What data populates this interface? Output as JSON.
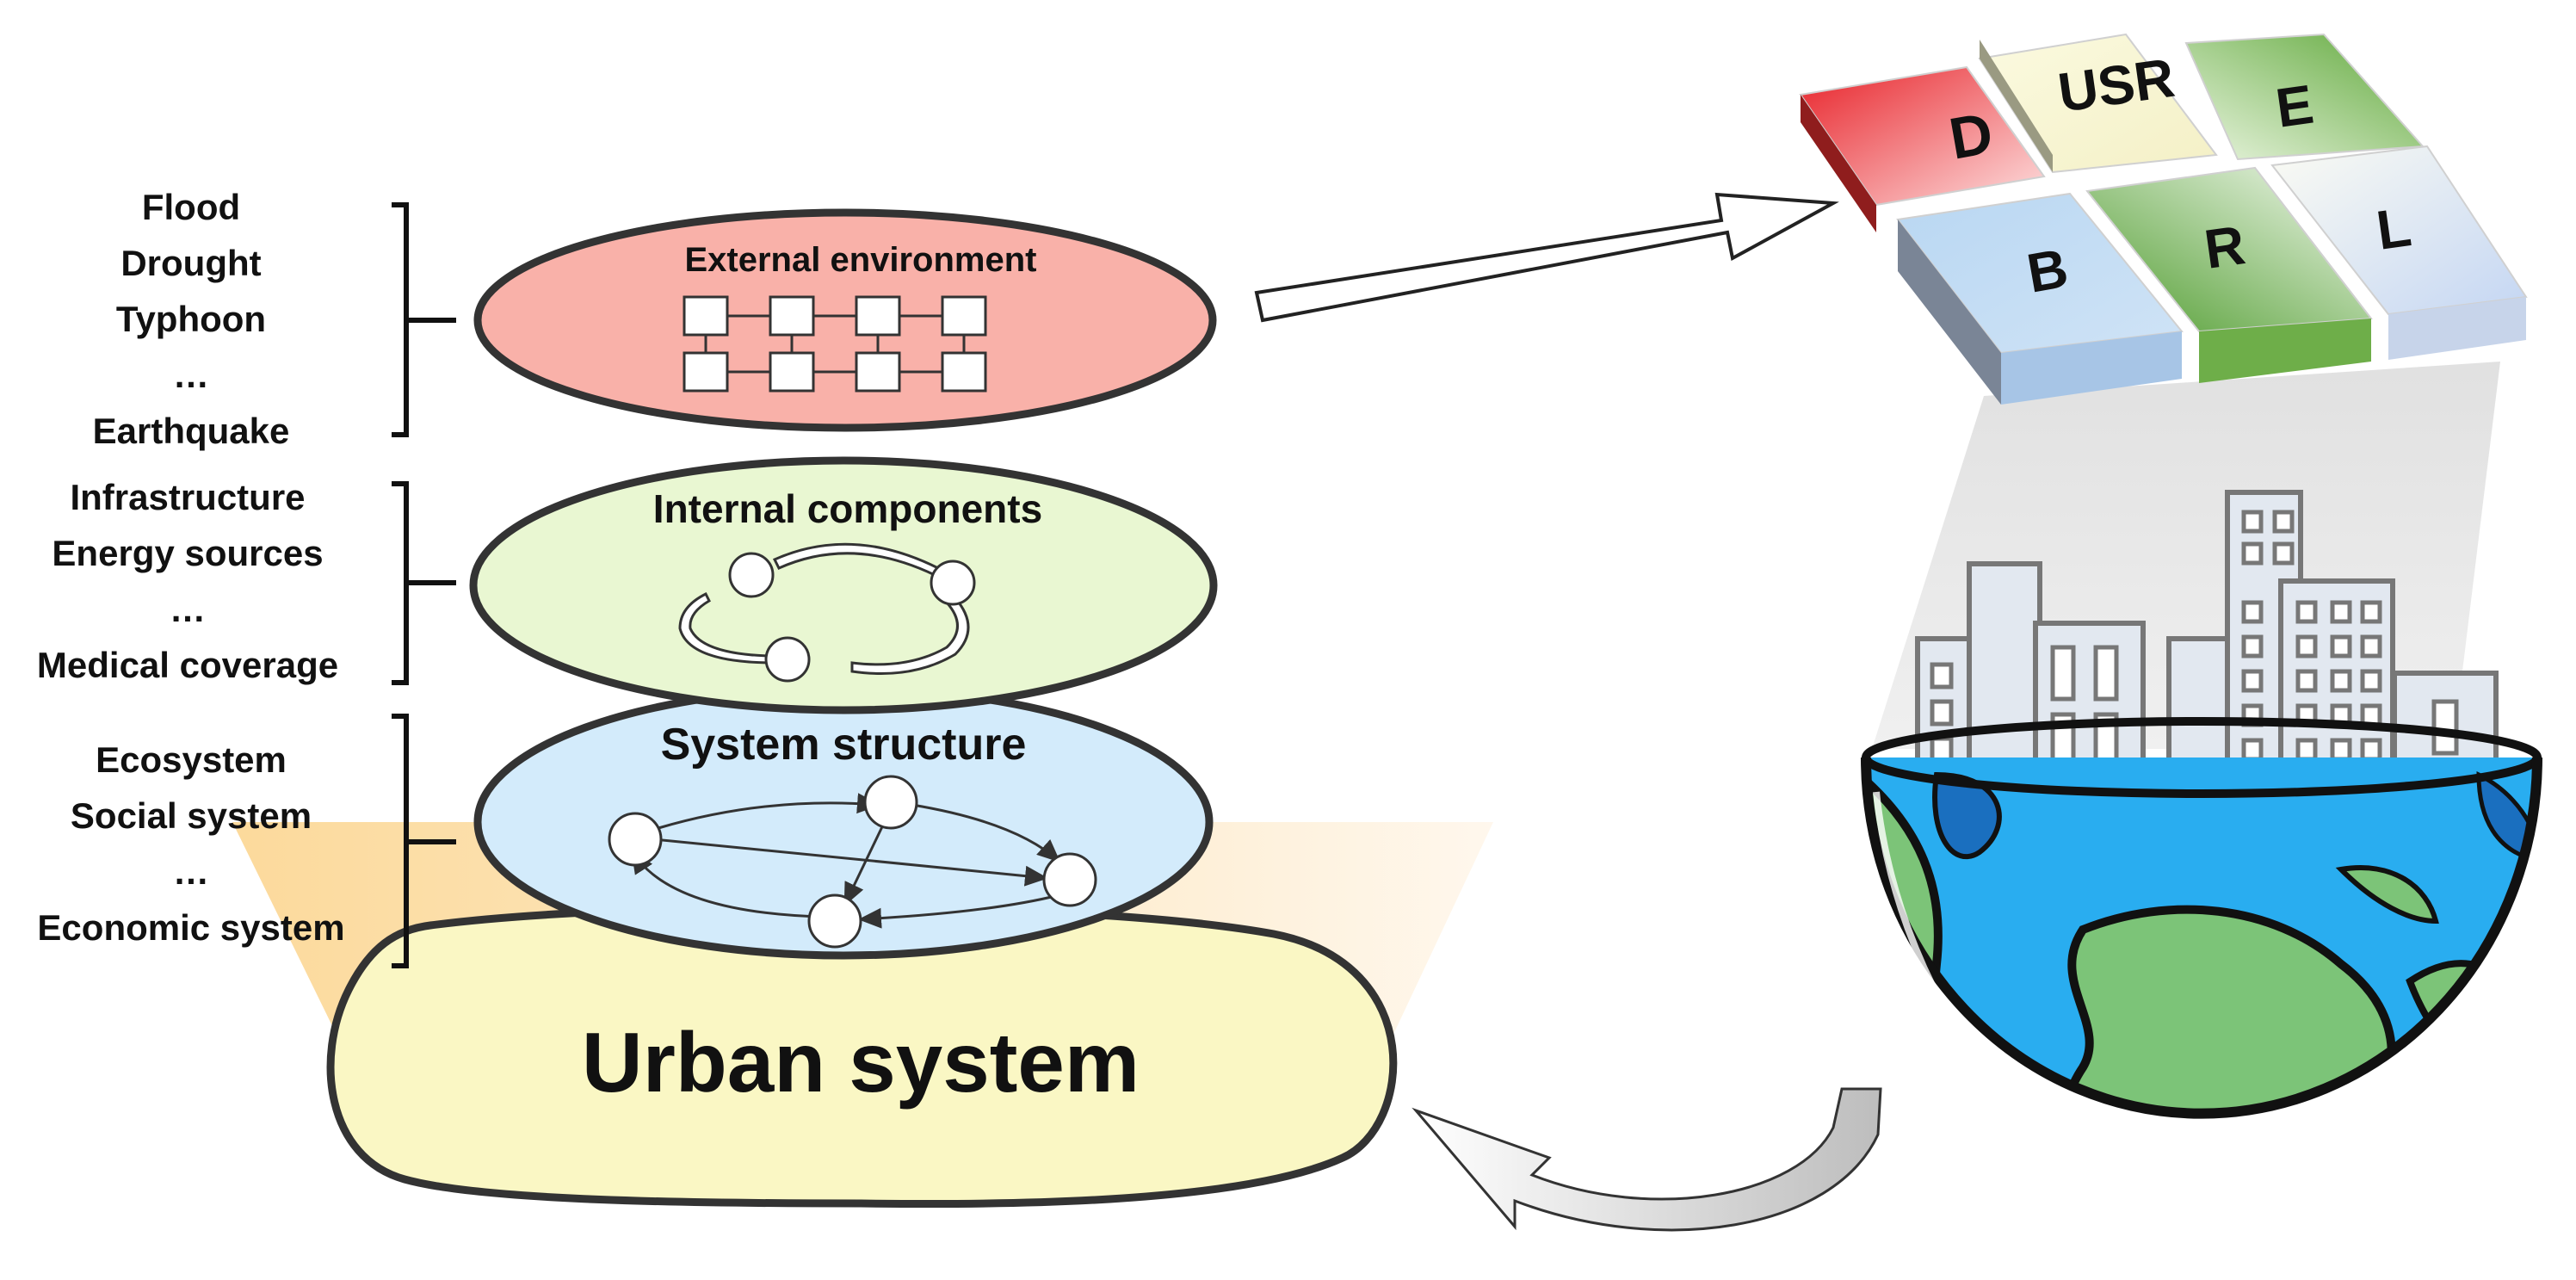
{
  "hazards": [
    "Flood",
    "Drought",
    "Typhoon",
    "…",
    "Earthquake"
  ],
  "components": [
    "Infrastructure",
    "Energy sources",
    "…",
    "Medical coverage"
  ],
  "systems": [
    "Ecosystem",
    "Social system",
    "…",
    "Economic system"
  ],
  "layers": {
    "external": "External environment",
    "internal": "Internal components",
    "structure": "System structure",
    "urban": "Urban system"
  },
  "usr_blocks": {
    "D": "D",
    "USR": "USR",
    "E": "E",
    "B": "B",
    "R": "R",
    "L": "L"
  },
  "colors": {
    "external_fill": "#f9b1a9",
    "internal_fill": "#e9f7d2",
    "structure_fill": "#d3ebfb",
    "urban_fill": "#faf7c4",
    "ocean": "#29adf0",
    "land": "#7cc478"
  }
}
